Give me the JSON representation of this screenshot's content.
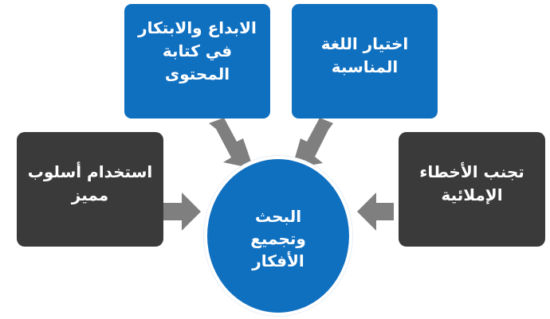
{
  "diagram": {
    "center": {
      "label": "البحث\nوتجميع\nالأفكار"
    },
    "boxes": {
      "top_left": {
        "label": "الابداع والابتكار\nفي كتابة\nالمحتوى"
      },
      "top_right": {
        "label": "اختيار اللغة\nالمناسبة"
      },
      "left": {
        "label": "استخدام أسلوب\nمميز"
      },
      "right": {
        "label": "تجنب الأخطاء\nالإملائية"
      }
    },
    "colors": {
      "blue_box": "#1070c0",
      "dark_box": "#3a3a3a",
      "arrow": "#7f7f7f",
      "text": "#ffffff"
    }
  }
}
